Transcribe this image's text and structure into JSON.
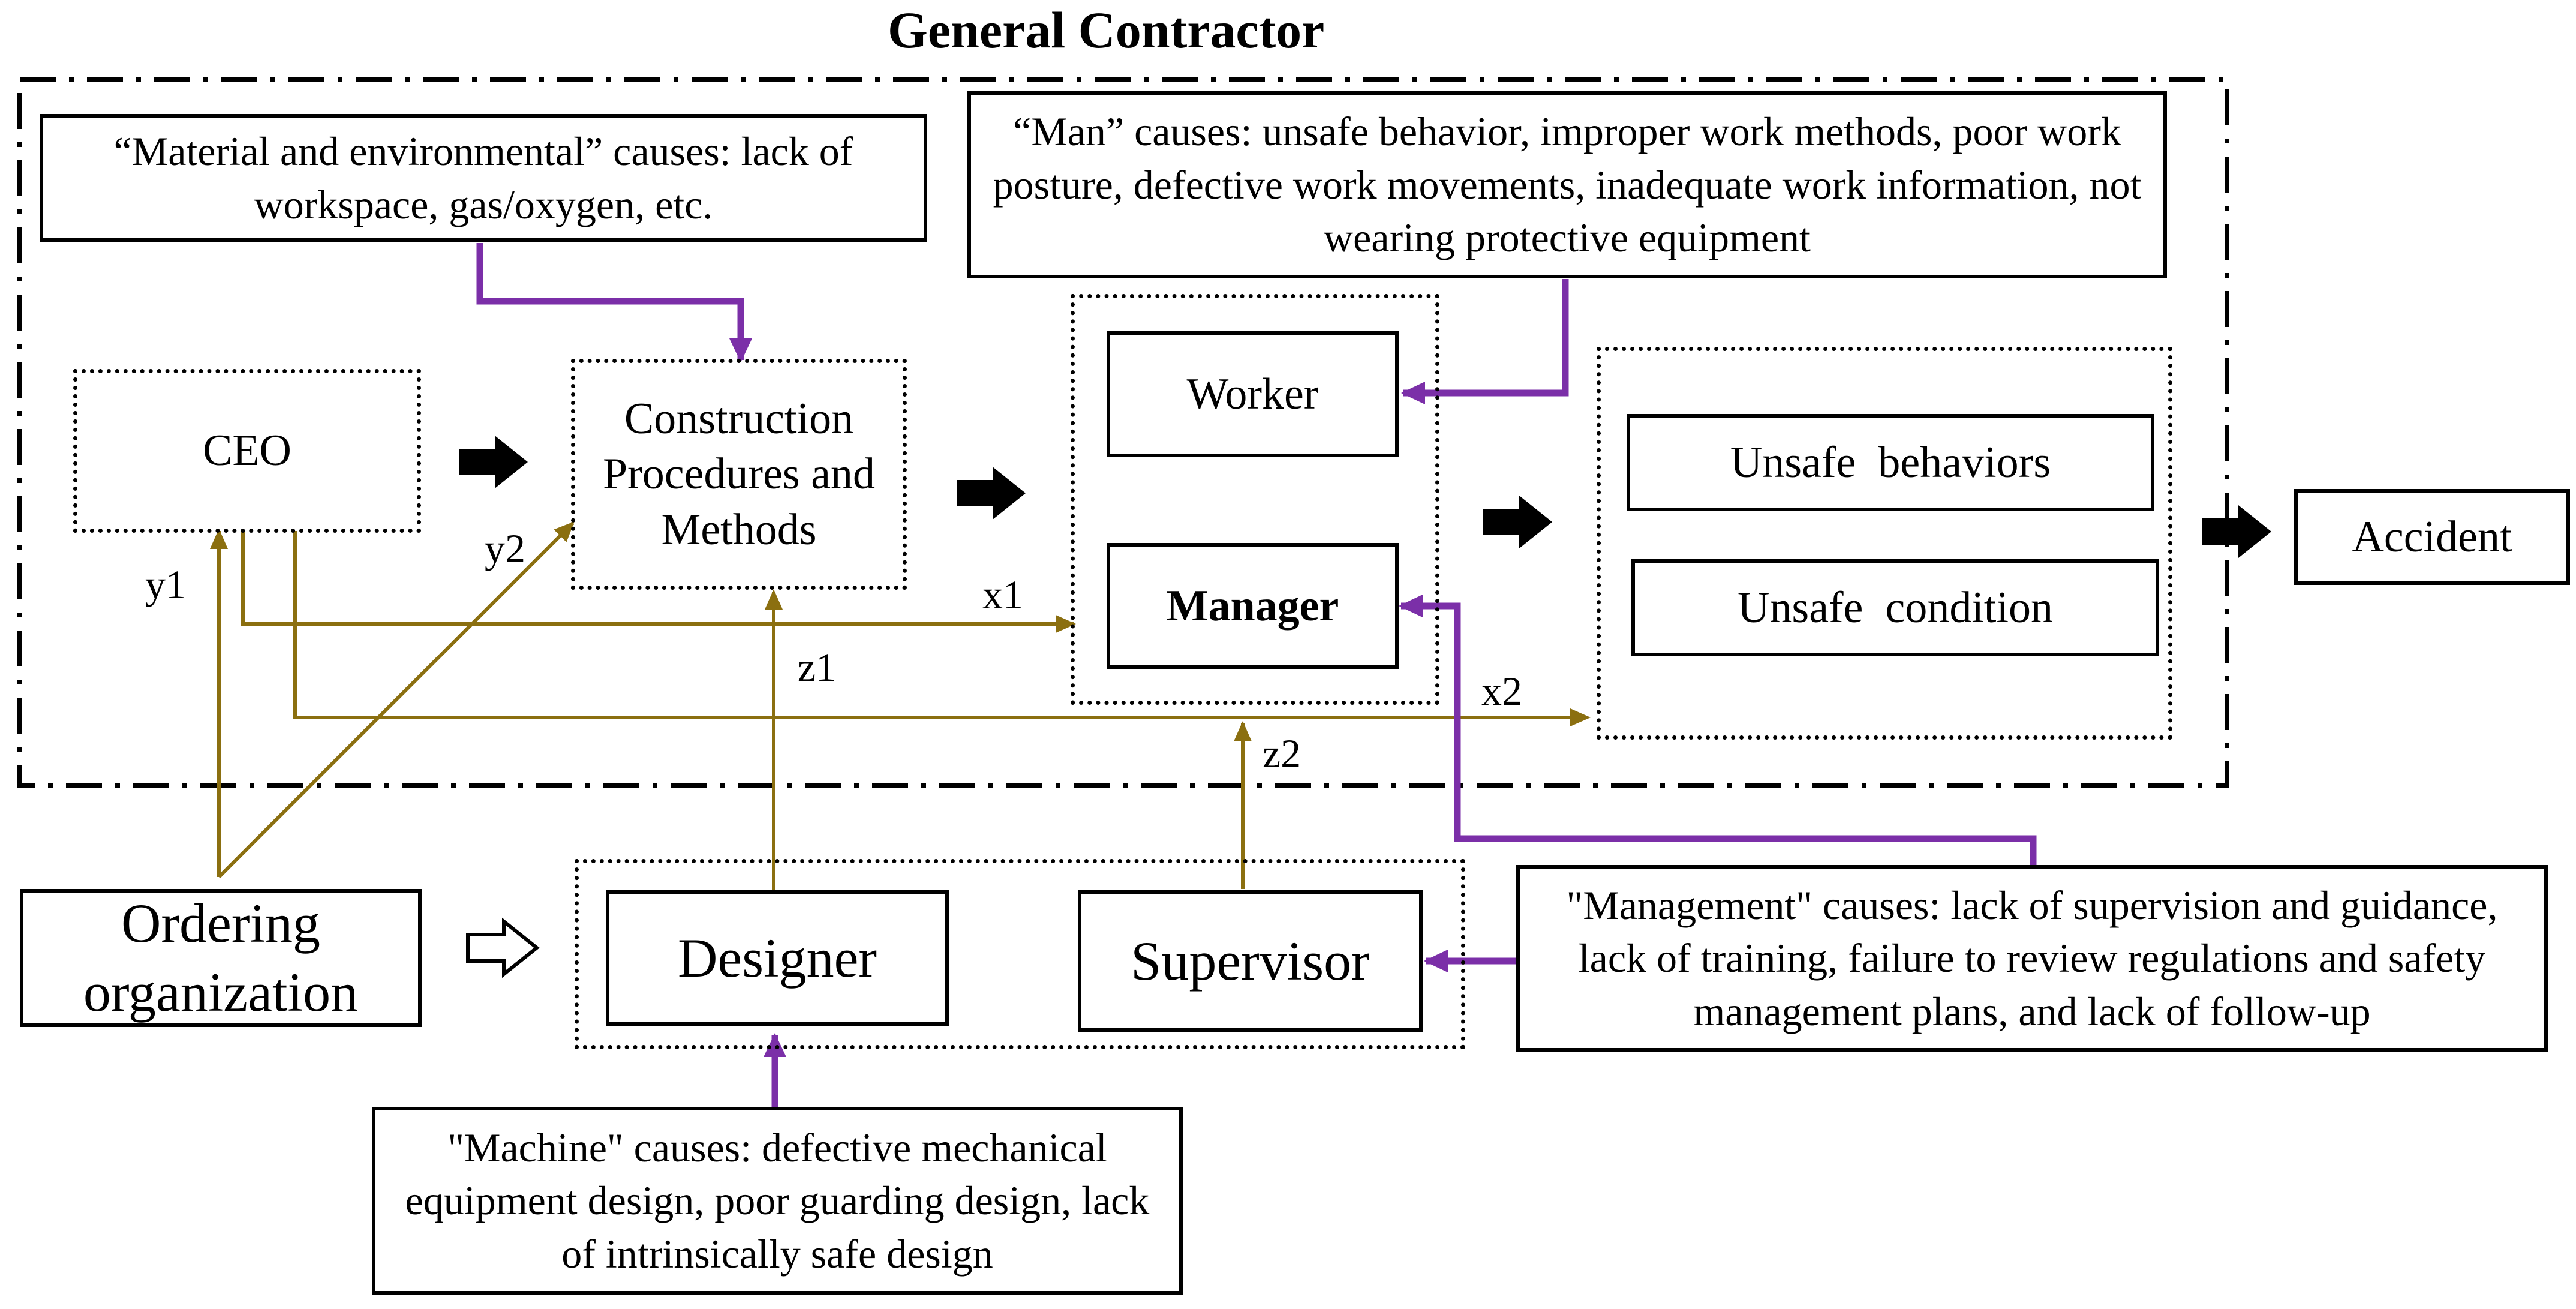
{
  "title": "General Contractor",
  "causes": {
    "material": "“Material and environmental” causes: lack of workspace, gas/oxygen, etc.",
    "man": "“Man” causes: unsafe behavior, improper work methods, poor work posture, defective work movements, inadequate work information, not wearing protective equipment",
    "management": "\"Management\" causes: lack of supervision and guidance, lack of training, failure to review regulations and safety management plans, and lack of follow-up",
    "machine": "\"Machine\" causes: defective mechanical equipment design, poor guarding design, lack of intrinsically  safe design"
  },
  "nodes": {
    "ceo": "CEO",
    "construction": "Construction Procedures and Methods",
    "worker": "Worker",
    "manager": "Manager",
    "unsafe_behaviors": "Unsafe  behaviors",
    "unsafe_condition": "Unsafe  condition",
    "accident": "Accident",
    "ordering": "Ordering organization",
    "designer": "Designer",
    "supervisor": "Supervisor"
  },
  "edge_labels": {
    "x1": "x1",
    "x2": "x2",
    "y1": "y1",
    "y2": "y2",
    "z1": "z1",
    "z2": "z2"
  },
  "colors": {
    "influence_line": "#8B6F10",
    "cause_line": "#7B2FA8",
    "flow_arrow": "#000000"
  }
}
